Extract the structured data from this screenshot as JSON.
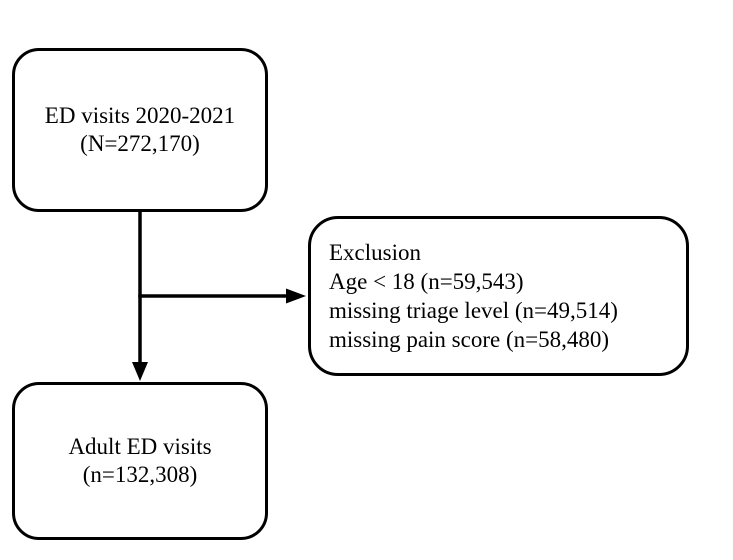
{
  "diagram": {
    "background_color": "#ffffff",
    "line_color": "#000000",
    "nodes": [
      {
        "id": "ed-visits",
        "lines": [
          "ED visits 2020-2021",
          "(N=272,170)"
        ]
      },
      {
        "id": "exclusion",
        "lines": [
          "Exclusion",
          "Age < 18 (n=59,543)",
          "missing triage level (n=49,514)",
          "missing pain score (n=58,480)"
        ]
      },
      {
        "id": "adult-ed-visits",
        "lines": [
          "Adult ED visits",
          "(n=132,308)"
        ]
      }
    ],
    "edges": [
      {
        "from": "ed-visits",
        "to": "adult-ed-visits",
        "style": "arrow-down"
      },
      {
        "from": "ed-visits",
        "to": "exclusion",
        "style": "arrow-right"
      }
    ]
  }
}
